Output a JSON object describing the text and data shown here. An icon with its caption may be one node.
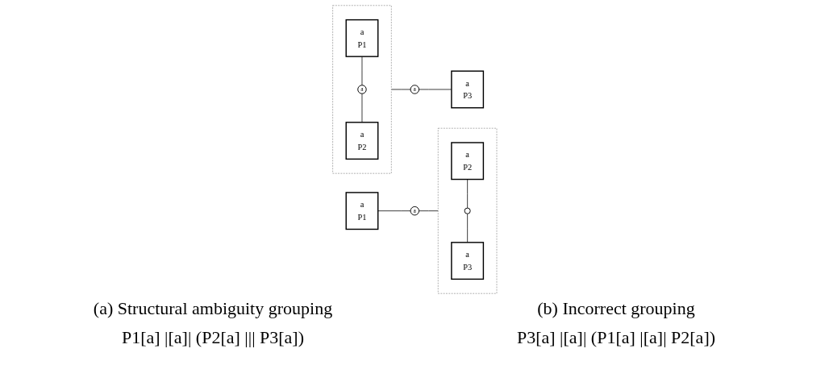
{
  "diagram": {
    "nodes": [
      {
        "text": [
          "a",
          "P1"
        ]
      },
      {
        "text": [
          "a"
        ]
      },
      {
        "text": [],
        "shape": "box"
      },
      {
        "text": [
          "a",
          "P2"
        ],
        "in": 2
      },
      {
        "text": [],
        "shape": "circle",
        "in": 2
      },
      {
        "text": [
          "a",
          "P3"
        ],
        "in": 2
      },
      {
        "text": [],
        "shape": "box"
      },
      {
        "text": [
          "a",
          "P1"
        ],
        "in": 6
      },
      {
        "text": [
          "a"
        ],
        "in": 6
      },
      {
        "text": [
          "a",
          "P2"
        ],
        "in": 6
      },
      {
        "text": [
          "a"
        ]
      },
      {
        "text": [
          "a",
          "P3"
        ]
      }
    ],
    "edges": [
      {
        "from": 0,
        "to": 1,
        "arrow": "none"
      },
      {
        "from": 1,
        "to": 2,
        "arrow": "none"
      },
      {
        "from": 3,
        "to": 4,
        "arrow": "none"
      },
      {
        "from": 4,
        "to": 5,
        "arrow": "none"
      },
      {
        "from": 7,
        "to": 8,
        "arrow": "none"
      },
      {
        "from": 8,
        "to": 9,
        "arrow": "none"
      },
      {
        "from": 6,
        "to": 10,
        "arrow": "none"
      },
      {
        "from": 10,
        "to": 11,
        "arrow": "none"
      }
    ],
    "labels": [
      "(a) Structural ambiguity grouping",
      "(b) Incorrect grouping",
      "P1[a] |[a]| (P2[a] ||| P3[a])",
      "P3[a] |[a]| (P1[a] |[a]| P2[a])"
    ]
  }
}
